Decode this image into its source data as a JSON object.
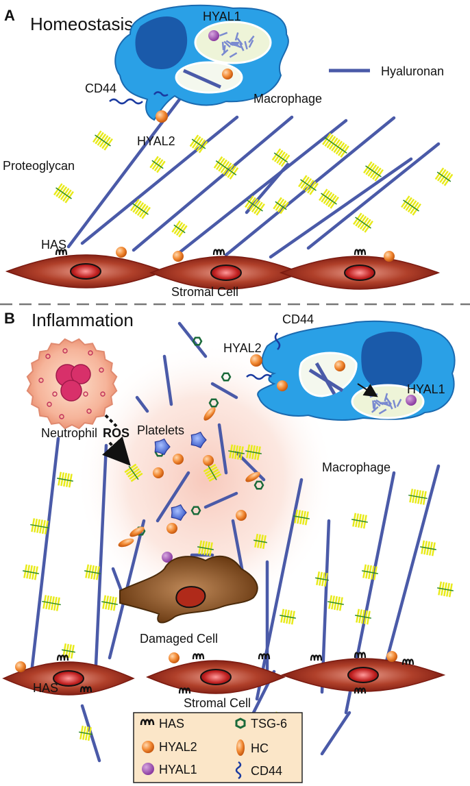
{
  "panel_a": {
    "letter": "A",
    "title": "Homeostasis",
    "labels": {
      "hyal1": "HYAL1",
      "hyaluronan": "Hyaluronan",
      "cd44": "CD44",
      "macrophage": "Macrophage",
      "hyal2": "HYAL2",
      "proteoglycan": "Proteoglycan",
      "has": "HAS",
      "stromal": "Stromal Cell"
    }
  },
  "panel_b": {
    "letter": "B",
    "title": "Inflammation",
    "labels": {
      "cd44": "CD44",
      "hyal2": "HYAL2",
      "hyal1": "HYAL1",
      "neutrophil": "Neutrophil",
      "ros": "ROS",
      "platelets": "Platelets",
      "macrophage": "Macrophage",
      "damaged": "Damaged Cell",
      "has": "HAS",
      "stromal": "Stromal Cell"
    }
  },
  "legend": {
    "items": [
      {
        "key": "has",
        "label": "HAS"
      },
      {
        "key": "hyal2",
        "label": "HYAL2"
      },
      {
        "key": "hyal1",
        "label": "HYAL1"
      },
      {
        "key": "tsg6",
        "label": "TSG-6"
      },
      {
        "key": "hc",
        "label": "HC"
      },
      {
        "key": "cd44",
        "label": "CD44"
      }
    ]
  },
  "colors": {
    "hyaluronan": "#4a5aa8",
    "macrophage": "#2a9be0",
    "stromal": "#9a2a1a",
    "proteoglycan": "#e8ea1a",
    "hyal2": "#f08a30",
    "hyal1": "#9a4aa8",
    "tsg6": "#1a6a3a",
    "neutrophil": "#f4b0a0",
    "damaged": "#7a4a20",
    "legend_bg": "#fbe6c8"
  }
}
